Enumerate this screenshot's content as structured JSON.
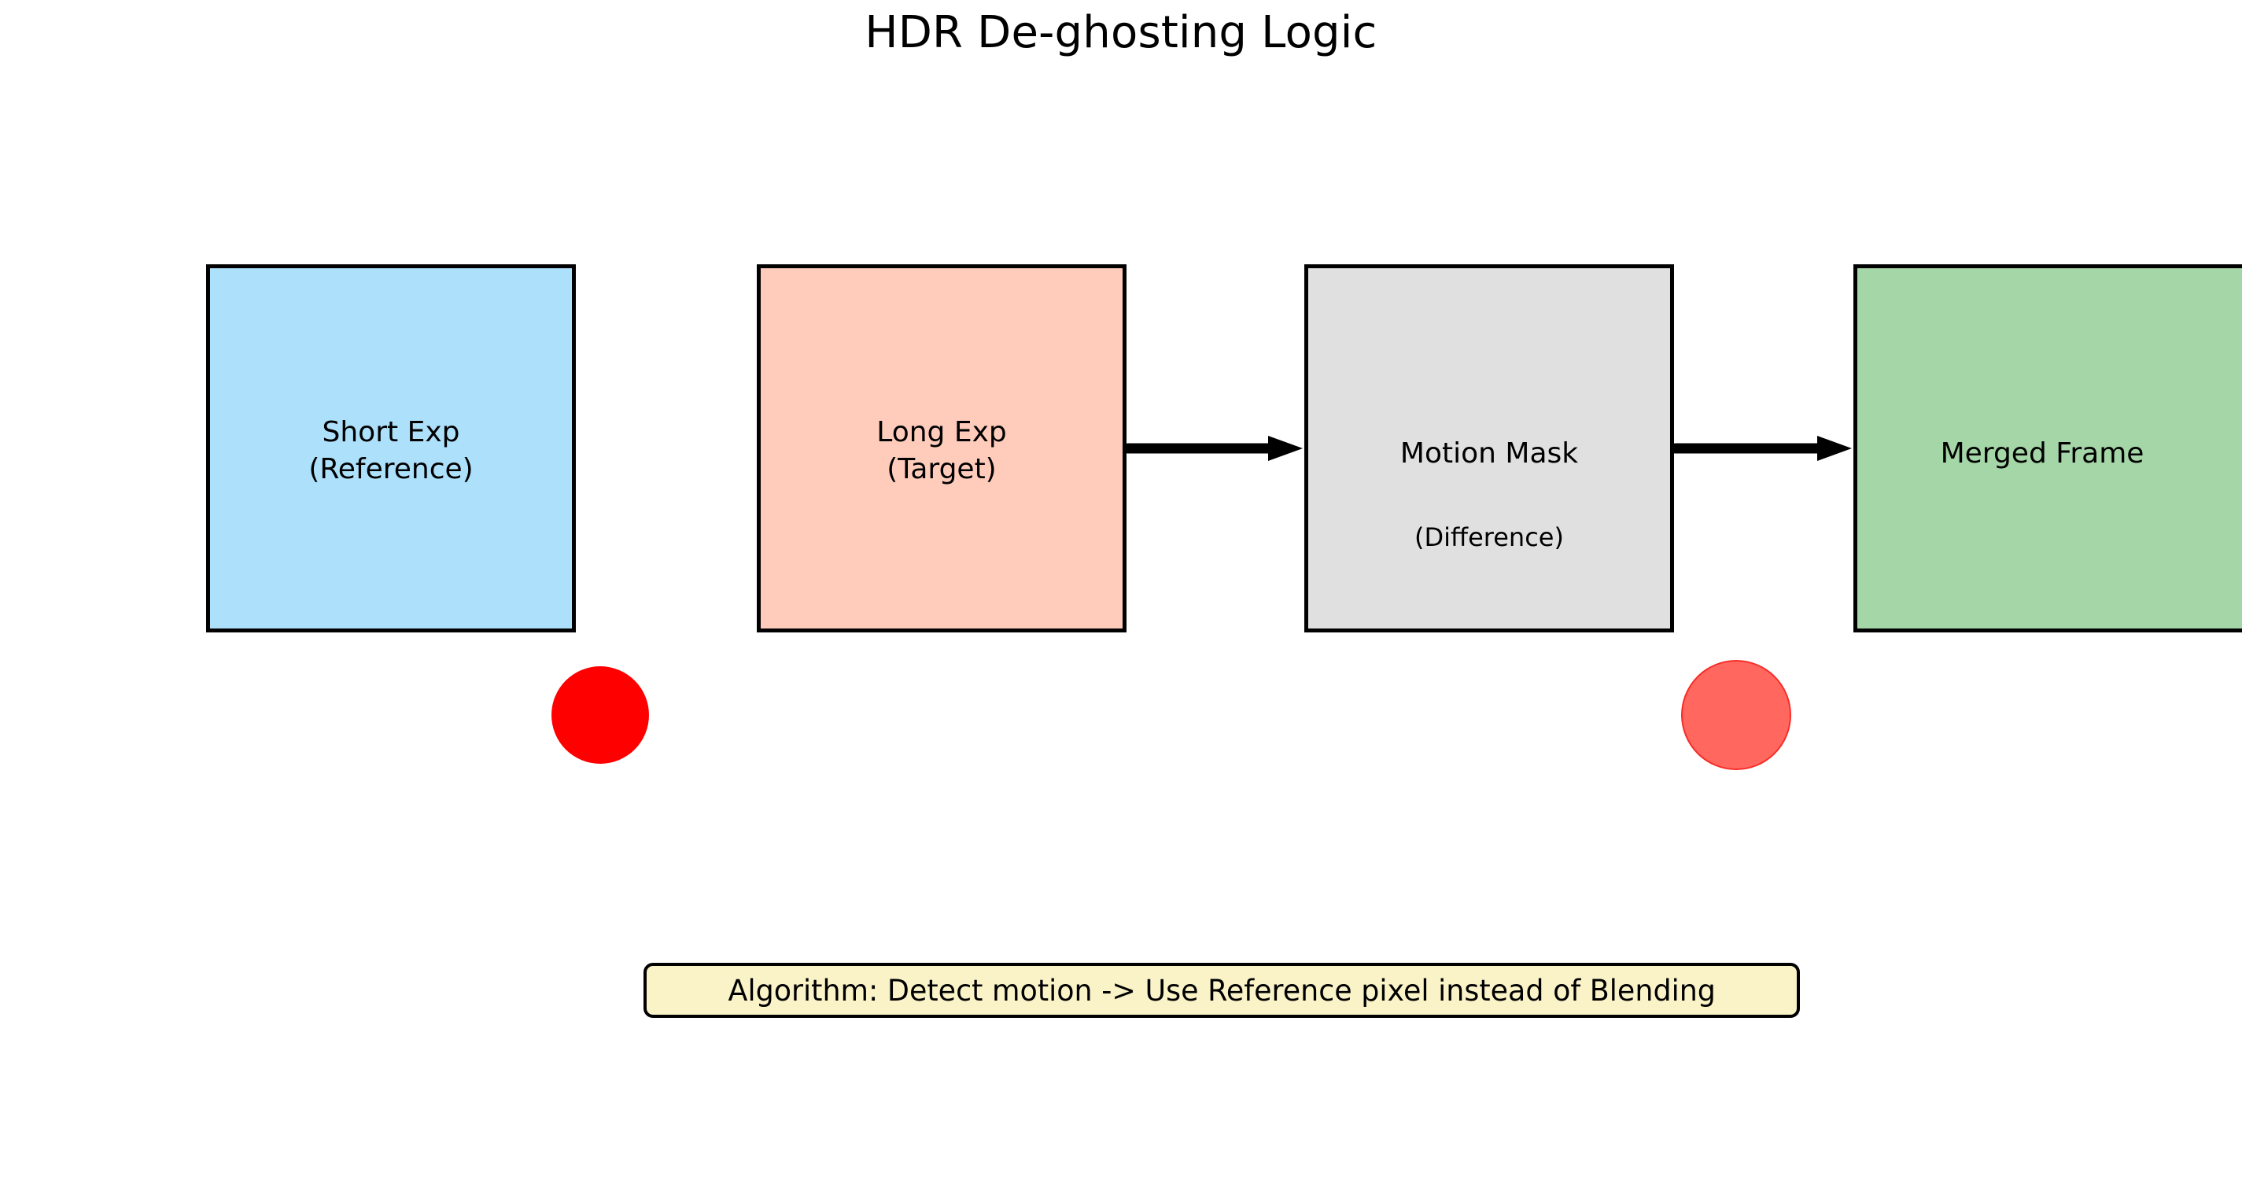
{
  "page": {
    "title": "HDR De-ghosting Logic",
    "background_color": "#ffffff"
  },
  "diagram": {
    "type": "flow-diagram",
    "frames": [
      {
        "id": "short-exposure",
        "label_line1": "Short Exp",
        "label_line2": "(Reference)",
        "fill_color": "#ADE0FB",
        "border_color": "#000000",
        "subject": {
          "shape": "circle",
          "color": "#FF0000",
          "opacity": 1.0,
          "position": "center"
        }
      },
      {
        "id": "long-exposure",
        "label_line1": "Long Exp",
        "label_line2": "(Target)",
        "fill_color": "#FFCCBB",
        "border_color": "#000000",
        "subject": {
          "shape": "circle",
          "color": "#FF3C32",
          "opacity": 0.78,
          "position": "shifted-right"
        }
      },
      {
        "id": "motion-mask",
        "label_line1": "Motion Mask",
        "label_line2": "(Difference)",
        "fill_color": "#E0E0E0",
        "border_color": "#000000",
        "subject": null
      },
      {
        "id": "merged-frame",
        "label_line1": "Merged Frame",
        "label_line2": "",
        "fill_color": "#A5D6A7",
        "border_color": "#000000",
        "subject": null
      }
    ],
    "arrows": [
      {
        "id": "arrow-long-to-mask",
        "from": "long-exposure",
        "to": "motion-mask",
        "color": "#000000"
      },
      {
        "id": "arrow-mask-to-merged",
        "from": "motion-mask",
        "to": "merged-frame",
        "color": "#000000"
      }
    ],
    "annotation": {
      "text": "Algorithm: Detect motion -> Use Reference pixel instead of Blending",
      "fill_color": "#FAF3C8",
      "border_color": "#000000"
    }
  }
}
